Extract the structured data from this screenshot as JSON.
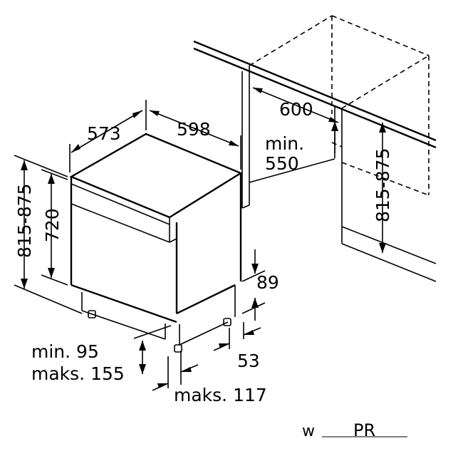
{
  "dimensions": {
    "depth": "573",
    "width": "598",
    "height_range_left": "815-875",
    "body_height": "720",
    "niche_width": "600",
    "niche_min_line1": "min.",
    "niche_min_line2": "550",
    "niche_height_range": "815-875",
    "plinth_height": "89",
    "plinth_depth": "53",
    "foot_min": "min. 95",
    "foot_max": "maks. 155",
    "foot_setback_max": "maks. 117"
  },
  "watermark": {
    "left_letter": "w",
    "logo_letters": "PR"
  }
}
